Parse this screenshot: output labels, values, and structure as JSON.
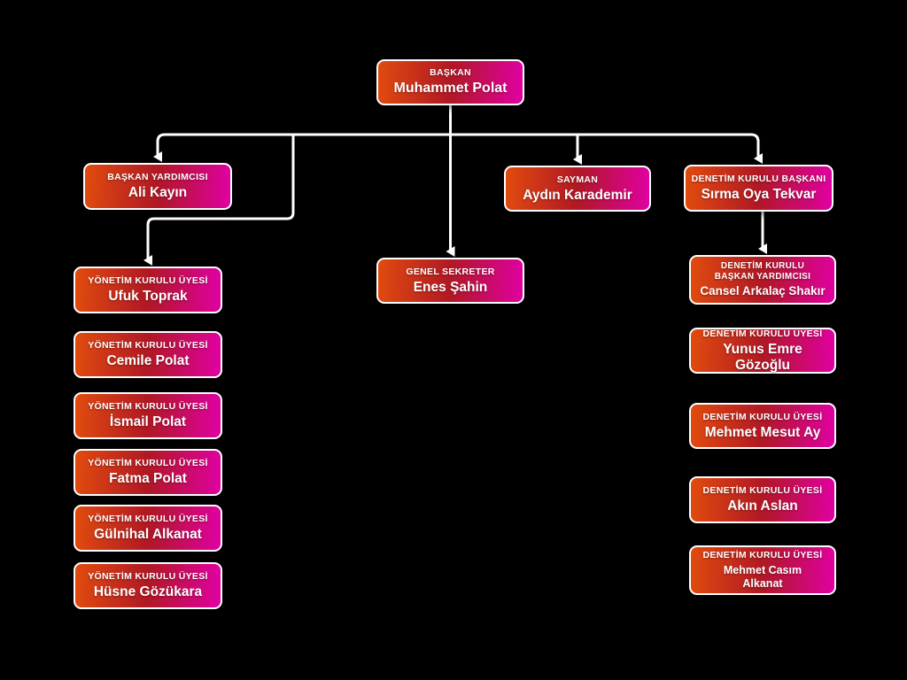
{
  "page": {
    "background": "#000000"
  },
  "theme": {
    "gradient_left": "#e14b0e",
    "gradient_mid": "#b01824",
    "gradient_right": "#e000a2",
    "box_border": "#ffffff",
    "text_color": "#ffffff",
    "connector_color": "#ffffff"
  },
  "nodes": [
    {
      "role": "BAŞKAN",
      "person": "Muhammet Polat"
    },
    {
      "role": "BAŞKAN YARDIMCISI",
      "person": "Ali Kayın"
    },
    {
      "role": "SAYMAN",
      "person": "Aydın Karademir"
    },
    {
      "role": "DENETİM KURULU BAŞKANI",
      "person": "Sırma Oya Tekvar"
    },
    {
      "role": "GENEL SEKRETER",
      "person": "Enes Şahin"
    },
    {
      "role": "YÖNETİM KURULU ÜYESİ",
      "person": "Ufuk Toprak"
    },
    {
      "role": "YÖNETİM KURULU ÜYESİ",
      "person": "Cemile Polat"
    },
    {
      "role": "YÖNETİM KURULU ÜYESİ",
      "person": "İsmail Polat"
    },
    {
      "role": "YÖNETİM KURULU ÜYESİ",
      "person": "Fatma Polat"
    },
    {
      "role": "YÖNETİM KURULU ÜYESİ",
      "person": "Gülnihal Alkanat"
    },
    {
      "role": "YÖNETİM KURULU ÜYESİ",
      "person": "Hüsne Gözükara"
    },
    {
      "role": "DENETİM KURULU\nBAŞKAN YARDIMCISI",
      "person": "Cansel Arkalaç Shakır"
    },
    {
      "role": "DENETİM KURULU ÜYESİ",
      "person": "Yunus Emre Gözoğlu"
    },
    {
      "role": "DENETİM KURULU ÜYESİ",
      "person": "Mehmet Mesut Ay"
    },
    {
      "role": "DENETİM KURULU ÜYESİ",
      "person": "Akın Aslan"
    },
    {
      "role": "DENETİM KURULU ÜYESİ",
      "person": "Mehmet Casım\nAlkanat"
    }
  ]
}
